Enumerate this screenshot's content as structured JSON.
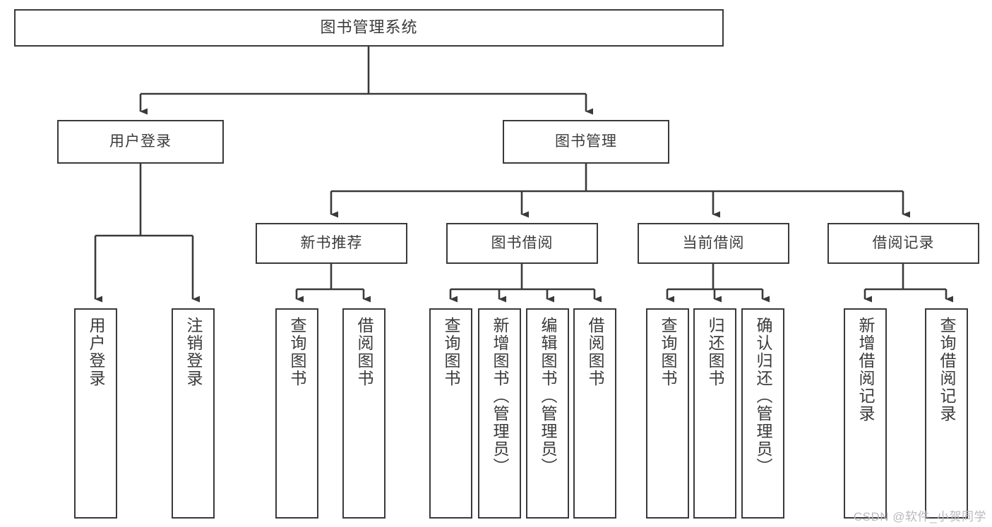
{
  "diagram": {
    "title": "图书管理系统",
    "watermark": "CSDN @软件_小贺同学",
    "line_color": "#3a3a3a",
    "box_border_color": "#3a3a3a",
    "text_color": "#3b3b3b",
    "background": "#ffffff",
    "root": {
      "label": "图书管理系统"
    },
    "level2": [
      {
        "label": "用户登录"
      },
      {
        "label": "图书管理"
      }
    ],
    "level3": [
      {
        "label": "新书推荐"
      },
      {
        "label": "图书借阅"
      },
      {
        "label": "当前借阅"
      },
      {
        "label": "借阅记录"
      }
    ],
    "leaves": {
      "user_login": [
        {
          "label": "用户登录"
        },
        {
          "label": "注销登录"
        }
      ],
      "new_book_recommend": [
        {
          "label": "查询图书"
        },
        {
          "label": "借阅图书"
        }
      ],
      "book_borrow": [
        {
          "label": "查询图书"
        },
        {
          "label": "新增图书（管理员）"
        },
        {
          "label": "编辑图书（管理员）"
        },
        {
          "label": "借阅图书"
        }
      ],
      "current_borrow": [
        {
          "label": "查询图书"
        },
        {
          "label": "归还图书"
        },
        {
          "label": "确认归还（管理员）"
        }
      ],
      "borrow_records": [
        {
          "label": "新增借阅记录"
        },
        {
          "label": "查询借阅记录"
        }
      ]
    }
  }
}
